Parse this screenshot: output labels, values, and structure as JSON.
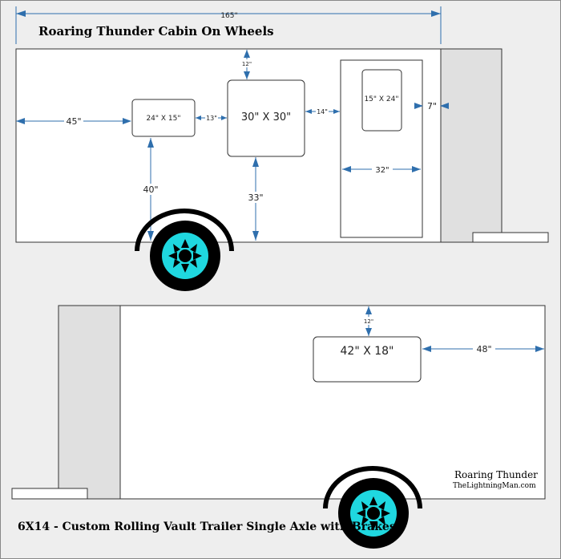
{
  "title": "Roaring Thunder Cabin On Wheels",
  "footer": "6X14 - Custom Rolling Vault Trailer Single Axle with Brakes",
  "credit": {
    "line1": "Roaring Thunder",
    "line2": "TheLightningMan.com"
  },
  "colors": {
    "wheel_accent": "#1fd8e0",
    "dimension": "#2f6fad",
    "background": "#eeeeee",
    "panel": "#ffffff",
    "shade": "#e0e0e0"
  },
  "top_view": {
    "overall_length": "165\"",
    "windows": [
      {
        "label": "24\" X 15\""
      },
      {
        "label": "30\" X 30\""
      }
    ],
    "door": {
      "window_label": "15\" X 24\"",
      "width": "32\""
    },
    "dims": {
      "left_margin": "45\"",
      "gap_between_windows": "13\"",
      "window1_height_from_bottom": "40\"",
      "window2_top": "12\"",
      "window2_height_from_bottom": "33\"",
      "window_to_door": "14\"",
      "door_to_edge": "7\""
    }
  },
  "bottom_view": {
    "window": {
      "label": "42\" X 18\""
    },
    "dims": {
      "top": "12\"",
      "right_margin": "48\""
    }
  }
}
